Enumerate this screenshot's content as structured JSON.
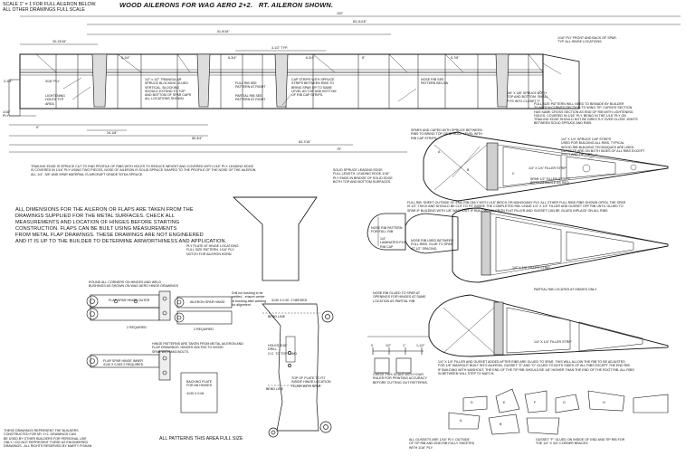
{
  "header": {
    "scale_note": "SCALE 1\" = 1 FOR FULL AILERON BELOW.\nALL OTHER DRAWINGS FULL SCALE",
    "title": "WOOD AILERONS FOR WAG AERO 2+2.   RT. AILERON SHOWN."
  },
  "dims": {
    "d102": "102\"",
    "d83": "83-11/16\"",
    "d51": "51-9/16\"",
    "d30": "30-13/16\"",
    "d4typ": "3-1/2\" TYP.",
    "d80": "80-3/4\"",
    "d83b": "83-7/16\"",
    "d75": "75\"",
    "d24": "24-1/8\"",
    "d9": "9\"",
    "d6a": "6-3/4\"",
    "d6b": "6-3/4\"",
    "d8": "8\"",
    "d5a": "5-1/4\"",
    "d5b": "5-7/8\"",
    "d3": "3-1/4\"",
    "d1": "1/16\"\nPLY"
  },
  "aileron_notes": {
    "rib_ply": "1/16\" PLY FRONT AND BACK OF SPAR.\nTYP. ALL HINGE LOCATIONS.",
    "ply_3_16": "3/16\" PLY",
    "lightening": "LIGHTENING\nHOLES TYP.\nAREA",
    "spruce_note": "1/2\" x 1/2\" TRIANGULAR\nSPRUCE BLOCKING GLUED\nVERTICAL. BLOCKING\nSHOULD EXTEND TO TOP\nAND BOTTOM OF SPAR CAPS\nALL LOCATIONS SHOWN.",
    "full_rib": "FULL RIB SEE\nPATTERN AT RIGHT",
    "partial_rib": "PARTIAL RIB SEE\nPATTERN AT RIGHT",
    "cap_strips": "CAP STRIPS WITH SPRUCE\nSTRIPS BETWEEN RIBS TO\nBRING SPAR UP TO SAME\nLEVEL AS TOP AND BOTTOM\nOF RIB CAP STRIPS.",
    "nose_rib": "NOSE RIB SEE\nPATTERN BELOW",
    "spruce_both": "3/8\" X 3/8\" SPRUCE BOTH\nTOP AND BOTTOM. SMALL\nFITS INTO CLOSET 'F'",
    "full_size": "FULL SIZE PATTERN WILL NEED TO BEMADE BY BUILDER\nTO MATCH CURVED SECTION TO WING TIP. CURVED SECTION\nHAS SAME CROSS SECTION AS END OF RIB WITH LIGHTENING\nHOLES. COVERED IN 1/16\" PLY. BEING IN THE 1/16\" PLY ON\nTRAILING EDGE SHOULD NOT BE DIRECTLY OVER CLOSE JOINTS\nBETWEEN SOLID SPRUCE AND RIBS.",
    "trailing": "TRAILING EDGE IS SPRUCE CUT TO END PROFILE OF RIBS WITH HOLES TO REDUCE WEIGHT AND COVERED WITH 1/16\" PLY. LEADING EDGE\nIS COVERED IN 1/16\" PLY USING TWO PIECES. NOSE OF AILERON IS SOLID SPRUCE SHAPED TO THE PROFILE OF THE NOSE OF THE AILERON.\nALL 1/4\", 3/8\" AND SPAR MATERIAL IS AIRCRAFT GRADE SITKA SPRUCE."
  },
  "rib_notes": {
    "spars": "SPARS AND CAPED WITH SPRUCE BETWEEN\nRIBS TO BRING TOP OF SPRUCE LEVEL WITH\nRIB CAP STRIPS.",
    "cap_strips_used": "1/4\" X 1/4\" SPRUCE CAP STRIPS\nUSED FOR BUILDING ALL RIBS. TYPICAL\nWOOD RIB BUILDING TECHNIQUES ARE USED.\nGUSSETS ARE ON BOTH SIDES OF ALL RIBS EXCEPT\nROOT AND TIP RIBS.",
    "solid_spruce": "SOLID SPRUCE LEADING EDGE\nFULL LENGTH. LEADING EDGE 1/16\"\nPLY ENDS IN BRIDGE OF SOLID EDGE\nBOTH TOP AND BOTTOM SURFACES.",
    "filler_strip1": "1/4\" X 1/4\" FILLER STRIP",
    "spar_strip": "SPAR 1/2\" FILLER STRIPS\nBOTTOM ANGLE AS REQ.",
    "nose_rib_pattern": "NOSE RIB PATTERN\nFOR FULL RIB",
    "lam_ply": "1/4\"\nLAMINATED PLY\nRIB CAP",
    "full_rib_note": "FULL RIB. SHEET OUTSIDE OF END RIB ONLY WITH 1/16\" BIRCH OR MAHOGANY PLY. ALL OTHER FULL RIBS RIBS SHOWN OPEN. THE SPAR\nIS 1/2\" THICK AND SHOULD BE CUT TO FIT INSIDE THE COMPLETED RIB. LEAVE 1/4\" X 1/4\" FILLER AND GUSSET OFF RIB UNTIL GLUED TO\nSPAR IF BUILDING WITH 1/8\" WASHOUT. IF BUILDING AILERON FLAT FILLER AND GUSSET CAN BE GLUED INPLACE ON ALL RIBS.",
    "nose_rib_partial": "NOSE RIB USED BETWEEN\nFULL RIBS. GLUE TO SPAR\nAT 1/2\" SPACING.",
    "partial_located": "PARTIAL RIB LOCATED AT HINGES ONLY",
    "nose_rib_glued": "NOSE RIB GLUED TO SPAR AT\nOPENINGS FOR HINGES AT SAME\nLOCATION AS PARTIAL RIB.",
    "filler3": "1/4\" X 1/4\" FILLER STRIP",
    "filler4": "1/4\" X 1/4\" FILLER STRIP",
    "bottom_note": "1/4\" X 1/4\" FILLER AND GUSSET ADDED AFTER RIBS ARE GLUED TO SPAR. THIS WILL ALLOW THE RIB TO BE ADJUSTED\nFOR 1/8\" WASHOUT BUILT INTO AILERON. GUSSET \"E\" AND \"D\" GLUED TO BOTH SIDES OF ALL RIBS EXCEPT THE END RIB.\nIF BUILDING WITH WASHOUT, THE END OF THE TIP RIB SHOULD BE 1/8\" HIGHER THAN THE END OF THE ROOT RIB. ALL RIBS\nIN BETWEEN WILL STEP TO MATCH.",
    "gussets": "ALL GUSSETS ARE 1/16\" PLY. OUTSIDE\nOF TIP RIB AND END RIB FULLY SHEETED\nWITH 1/16\" PLY.",
    "gusset_f": "GUSSET \"F\" GLUED ON INSIDE OF END AND TIP RIB FOR\nTHE 1/4\" X 3/4\" CORNER BRACES."
  },
  "left_notes": {
    "dimensions": "ALL DIMENSIONS FOR THE AILERON OR FLAPS ARE TAKEN FROM THE\nDRAWINGS SUPPLIED FOR THE METAL SURFACES. CHECK ALL\nMEASUREMENTS AND LOCATION OF HINGES BEFORE STARTING\nCONSTRUCTION. FLAPS CAN BE BUILT USING MEASUREMENTS\nFROM METAL FLAP DRAWINGS. THESE DRAWINGS ARE NOT ENGINEERED\nAND IT IS UP TO THE BUILDER TO DETERMINE AIRWORTHINESS AND APPLICATION.",
    "ply_plate": "PLY PLATE AT HINGE LOCATIONS.\nFULL SIZE PATTERN. 1/16\" PLY.\nNOTCH FOR AILERON HORN.",
    "round_corners": "ROUND ALL CORNERS ON HINGES AND WELD\nBUSHINGS AS SHOWN ON WAG AERO HINGE DRAWINGS",
    "flap_outer": "FLAP SPAR HINGE OUTER",
    "aileron_outer": "AILERON SPAR HINGE",
    "req2": "2 REQUIRED",
    "req2b": "2 REQUIRED",
    "bushing": "Drill hol bushing to be\nwelded - ensure center\nof bushing after welding\nfor alignment",
    "hinge_pattern": "HINGE PATTERNS ARE TAKEN FROM METAL AILERON AND\nFLAP DRAWINGS. HINGES BOLTED TO WOOD\nSPAR WITH AN3 BOLTS.",
    "flap_inner": "FLAP SPAR HINGE INNER\n4130 X 0.063 2 REQUIRED",
    "backing": "BACKING PLATE\nFOR AN HINGES\n\n4130 X 0.06",
    "bottom_left": "THESE DRAWINGS REPRESENT THE BUILDERS\nCONSTRUCTED FOR MY 2+2. DRAWINGS CAN\nBE USED BY OTHER BUILDERS FOR PERSONAL USE\nONLY. I DO NOT REPRESENT THESE AS ENGINEERED\nDRAWINGS.  ALL RIGHTS RESERVED BY MARTY FISHAN",
    "all_patterns": "ALL PATTERNS THIS AREA FULL SIZE",
    "horn_4130": "4130 X 0.90  2 NEEDED",
    "bend_line": "BEND LINE",
    "bend_line2": "BEND LINE",
    "holes": "HOLES 3/16\"\nDRILL\nO.C. TO TOP LAND",
    "top_plate": "TOP OF PLATE TO FIT\nINSIDE HINGE LOCATION\nFLUSH WITH SPAR",
    "scale_check": "CHECK THIS SCALE WITH YOUR\nRULER FOR PRINTING ACCURACY\nBEFORE CUTTING OUT PATTERNS.",
    "s0": "0",
    "s1": "1/2\"",
    "s2": "1\"",
    "s3": "1-1/2\""
  },
  "gusset_labels": [
    "A",
    "B",
    "C",
    "D",
    "E",
    "F",
    "G",
    "H",
    "A",
    "B"
  ]
}
